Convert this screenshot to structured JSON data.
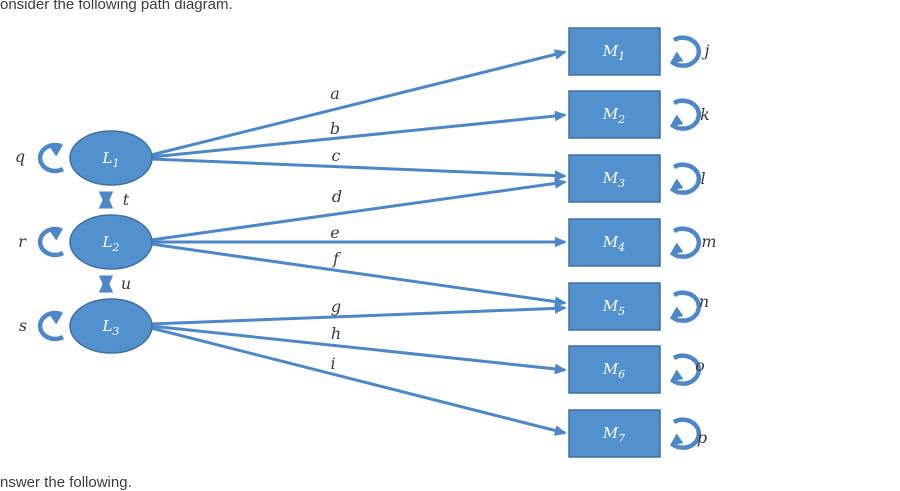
{
  "header": {
    "text": "onsider the following path diagram."
  },
  "footer": {
    "text": "nswer the following."
  },
  "colors": {
    "shape_fill": "#5390CE",
    "shape_border": "#41719C",
    "connector": "#4E87C7",
    "shape_label_text": "#FFFFFF",
    "math_label_text": "#3A3A3A"
  },
  "diagram": {
    "latent_variables": [
      {
        "name": "L",
        "sub": "1",
        "variance_label": "q"
      },
      {
        "name": "L",
        "sub": "2",
        "variance_label": "r"
      },
      {
        "name": "L",
        "sub": "3",
        "variance_label": "s"
      }
    ],
    "manifest_variables": [
      {
        "name": "M",
        "sub": "1",
        "error_label": "j"
      },
      {
        "name": "M",
        "sub": "2",
        "error_label": "k"
      },
      {
        "name": "M",
        "sub": "3",
        "error_label": "l"
      },
      {
        "name": "M",
        "sub": "4",
        "error_label": "m"
      },
      {
        "name": "M",
        "sub": "5",
        "error_label": "n"
      },
      {
        "name": "M",
        "sub": "6",
        "error_label": "o"
      },
      {
        "name": "M",
        "sub": "7",
        "error_label": "p"
      }
    ],
    "loadings": [
      {
        "label": "a",
        "from": "L1",
        "to": "M1"
      },
      {
        "label": "b",
        "from": "L1",
        "to": "M2"
      },
      {
        "label": "c",
        "from": "L1",
        "to": "M3"
      },
      {
        "label": "d",
        "from": "L2",
        "to": "M3"
      },
      {
        "label": "e",
        "from": "L2",
        "to": "M4"
      },
      {
        "label": "f",
        "from": "L2",
        "to": "M5"
      },
      {
        "label": "g",
        "from": "L3",
        "to": "M5"
      },
      {
        "label": "h",
        "from": "L3",
        "to": "M6"
      },
      {
        "label": "i",
        "from": "L3",
        "to": "M7"
      }
    ],
    "covariances": [
      {
        "label": "t",
        "between": "L1-L2"
      },
      {
        "label": "u",
        "between": "L2-L3"
      }
    ]
  }
}
